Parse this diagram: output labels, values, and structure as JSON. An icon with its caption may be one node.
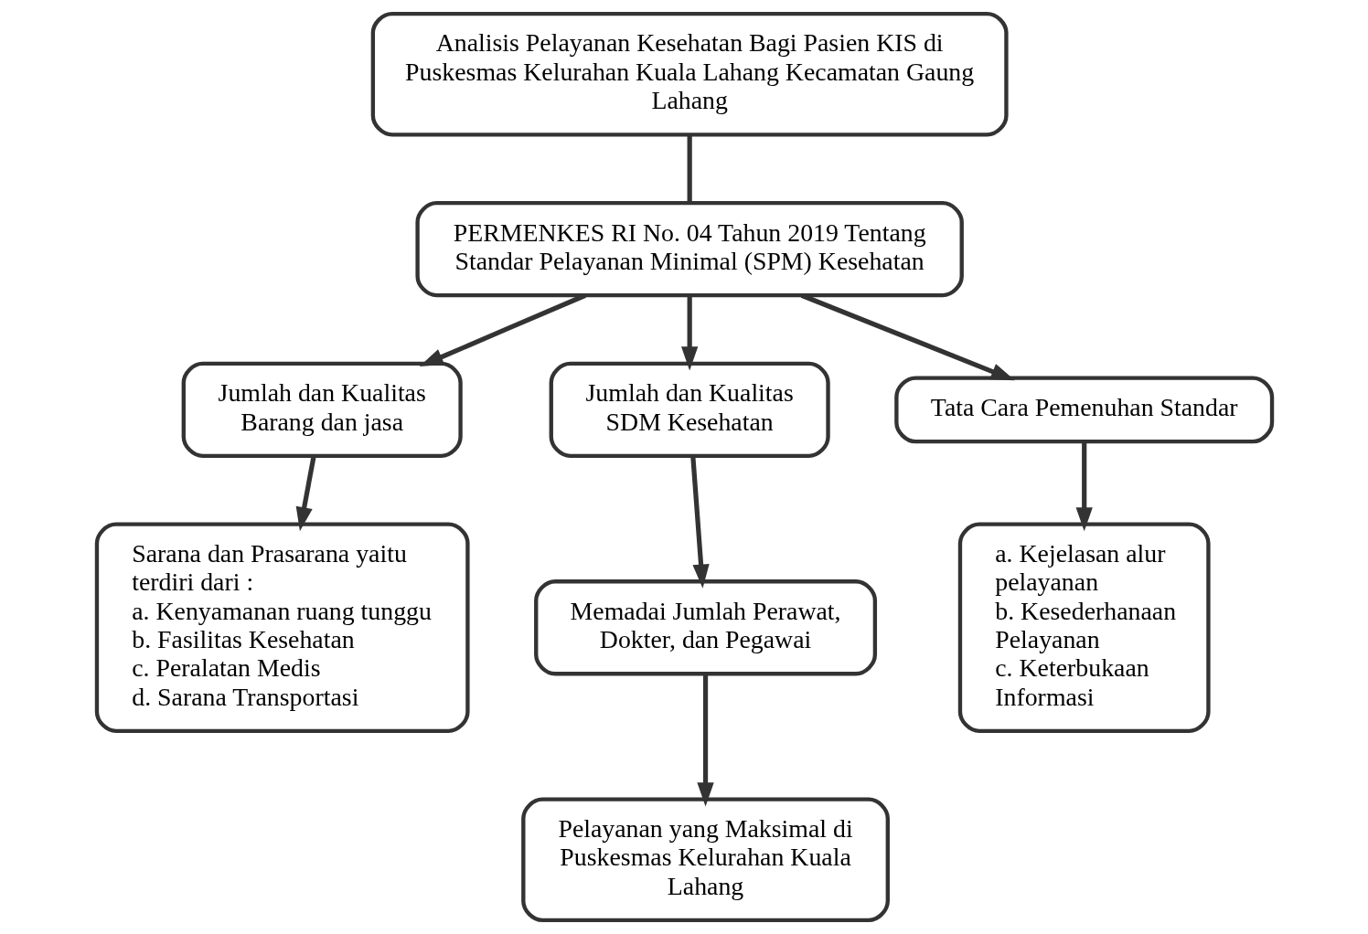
{
  "diagram": {
    "nodes": [
      {
        "text": [
          "Analisis Pelayanan Kesehatan Bagi Pasien KIS di Puskesmas Kelurahan Kuala Lahang Kecamatan Gaung Lahang"
        ]
      },
      {
        "text": [
          "PERMENKES RI No. 04 Tahun 2019 Tentang Standar Pelayanan Minimal (SPM) Kesehatan"
        ]
      },
      {
        "text": [
          "Jumlah dan Kualitas Barang dan jasa"
        ]
      },
      {
        "text": [
          "Jumlah dan Kualitas SDM Kesehatan"
        ]
      },
      {
        "text": [
          "Tata Cara Pemenuhan Standar"
        ]
      },
      {
        "text": [
          "Sarana dan Prasarana yaitu terdiri dari :",
          "a. Kenyamanan ruang tunggu",
          "b. Fasilitas Kesehatan",
          "c. Peralatan Medis",
          "d. Sarana Transportasi"
        ]
      },
      {
        "text": [
          "Memadai Jumlah Perawat, Dokter, dan Pegawai"
        ]
      },
      {
        "text": [
          "Pelayanan yang Maksimal di Puskesmas Kelurahan Kuala Lahang"
        ]
      },
      {
        "text": [
          "a. Kejelasan alur pelayanan",
          "b. Kesederhanaan Pelayanan",
          "c. Keterbukaan Informasi"
        ]
      }
    ],
    "edges": [
      {
        "from": 0,
        "to": 1,
        "arrow": "none"
      },
      {
        "from": 1,
        "to": 2,
        "arrow": "to"
      },
      {
        "from": 1,
        "to": 3,
        "arrow": "to"
      },
      {
        "from": 1,
        "to": 4,
        "arrow": "to"
      },
      {
        "from": 2,
        "to": 5,
        "arrow": "to"
      },
      {
        "from": 3,
        "to": 6,
        "arrow": "to"
      },
      {
        "from": 6,
        "to": 7,
        "arrow": "to"
      },
      {
        "from": 4,
        "to": 8,
        "arrow": "to"
      }
    ]
  }
}
